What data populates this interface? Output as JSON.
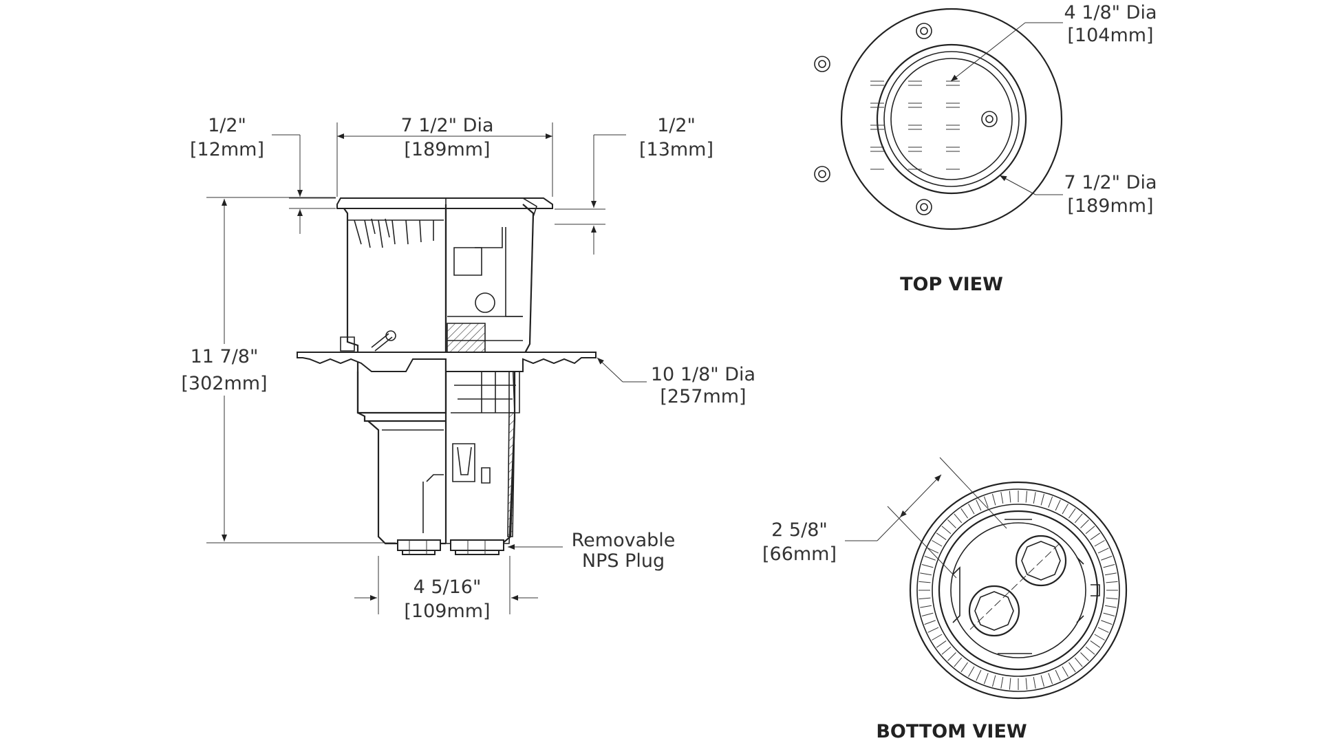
{
  "dimensions": {
    "top_flange_left": {
      "in": "1/2\"",
      "mm": "[12mm]"
    },
    "top_diameter": {
      "in": "7 1/2\" Dia",
      "mm": "[189mm]"
    },
    "top_flange_right": {
      "in": "1/2\"",
      "mm": "[13mm]"
    },
    "overall_height": {
      "in": "11 7/8\"",
      "mm": "[302mm]"
    },
    "flange_diameter": {
      "in": "10 1/8\" Dia",
      "mm": "[257mm]"
    },
    "base_width": {
      "in": "4 5/16\"",
      "mm": "[109mm]"
    },
    "plug_label": {
      "line1": "Removable",
      "line2": "NPS Plug"
    },
    "strainer_diameter": {
      "in": "4 1/8\" Dia",
      "mm": "[104mm]"
    },
    "rim_diameter": {
      "in": "7 1/2\" Dia",
      "mm": "[189mm]"
    },
    "port_spacing": {
      "in": "2 5/8\"",
      "mm": "[66mm]"
    }
  },
  "views": {
    "top": "TOP VIEW",
    "bottom": "BOTTOM VIEW"
  }
}
